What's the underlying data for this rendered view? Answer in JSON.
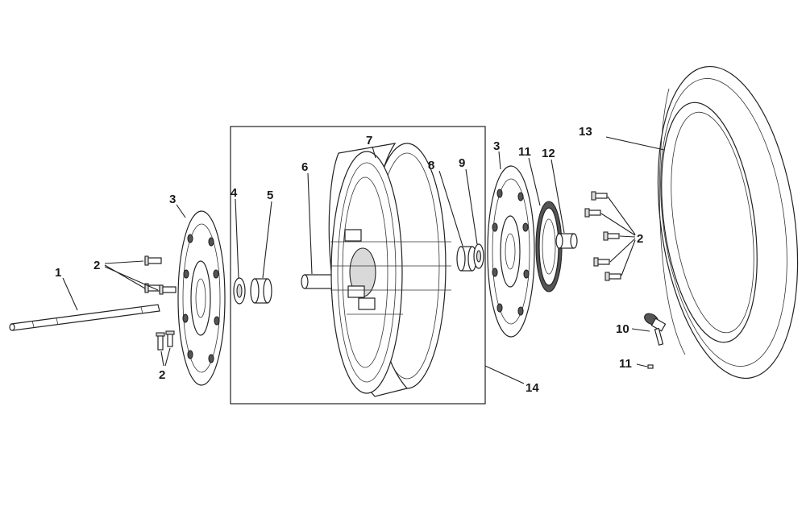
{
  "labels": {
    "axle": "1",
    "bolts_left_top": "2",
    "bolts_left_bottom": "2",
    "bolts_right": "2",
    "disc_left": "3",
    "disc_right": "3",
    "bearing_left": "4",
    "spacer_left": "5",
    "collar": "6",
    "rim": "7",
    "spacer_right": "8",
    "bearing_right": "9",
    "valve": "10",
    "sprocket_ring": "11",
    "valve_cap": "11",
    "hub_sleeve": "12",
    "tire": "13",
    "wheel_assembly": "14"
  }
}
